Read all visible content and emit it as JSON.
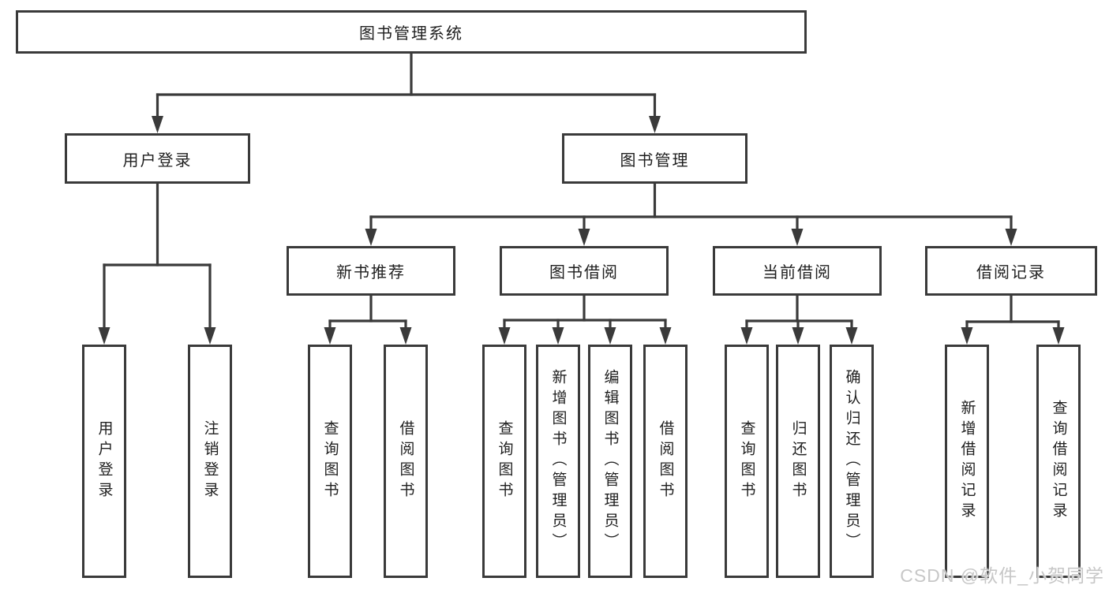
{
  "diagram": {
    "type": "hierarchy-tree",
    "title": "图书管理系统",
    "colors": {
      "line": "#3a3a3a",
      "box_border": "#3a3a3a",
      "box_fill": "#ffffff",
      "text": "#1f1f1f",
      "watermark": "#c7c7c7",
      "background": "#ffffff"
    },
    "nodes": {
      "root": "图书管理系统",
      "user_login": "用户登录",
      "book_management": "图书管理",
      "new_book_recommend": "新书推荐",
      "book_borrow": "图书借阅",
      "current_borrow": "当前借阅",
      "borrow_record": "借阅记录",
      "user_login_leaf": "用户登录",
      "logout_leaf": "注销登录",
      "nbr_query_book": "查询图书",
      "nbr_borrow_book": "借阅图书",
      "bb_query_book": "查询图书",
      "bb_add_book": "新增图书（管理员）",
      "bb_edit_book": "编辑图书（管理员）",
      "bb_borrow_book": "借阅图书",
      "cb_query_book": "查询图书",
      "cb_return_book": "归还图书",
      "cb_confirm_return": "确认归还（管理员）",
      "br_add_record": "新增借阅记录",
      "br_query_record": "查询借阅记录"
    },
    "edges": [
      {
        "from": "图书管理系统",
        "to": [
          "用户登录",
          "图书管理"
        ]
      },
      {
        "from": "用户登录",
        "to": [
          "用户登录",
          "注销登录"
        ]
      },
      {
        "from": "图书管理",
        "to": [
          "新书推荐",
          "图书借阅",
          "当前借阅",
          "借阅记录"
        ]
      },
      {
        "from": "新书推荐",
        "to": [
          "查询图书",
          "借阅图书"
        ]
      },
      {
        "from": "图书借阅",
        "to": [
          "查询图书",
          "新增图书（管理员）",
          "编辑图书（管理员）",
          "借阅图书"
        ]
      },
      {
        "from": "当前借阅",
        "to": [
          "查询图书",
          "归还图书",
          "确认归还（管理员）"
        ]
      },
      {
        "from": "借阅记录",
        "to": [
          "新增借阅记录",
          "查询借阅记录"
        ]
      }
    ]
  },
  "watermark": {
    "text": "CSDN @软件_小贺同学"
  }
}
